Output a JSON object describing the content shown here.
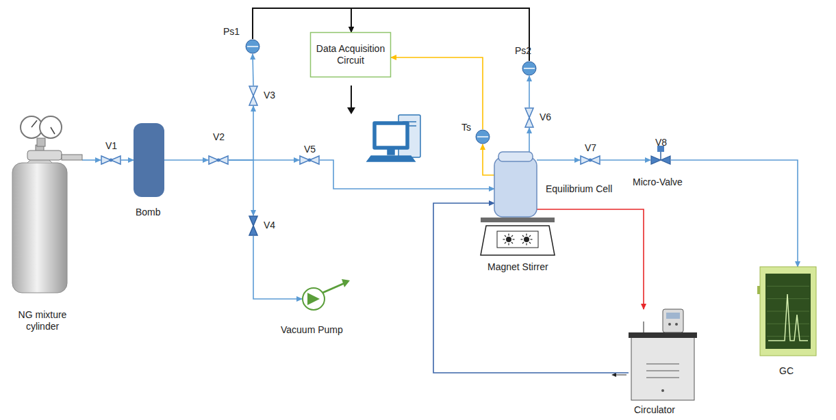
{
  "diagram": {
    "nodes": [
      {
        "text": [
          "NG mixture cylinder"
        ]
      },
      {
        "text": [
          "V1"
        ]
      },
      {
        "text": [
          "Bomb"
        ]
      },
      {
        "text": [
          "V2"
        ]
      },
      {
        "text": [
          "V3"
        ]
      },
      {
        "text": [
          "Ps1"
        ]
      },
      {
        "text": [
          "V4"
        ]
      },
      {
        "text": [
          "Vacuum Pump"
        ]
      },
      {
        "text": [
          "V5"
        ]
      },
      {
        "text": [
          "Data Acquisition Circuit"
        ]
      },
      {
        "text": [
          "Equilibrium Cell"
        ]
      },
      {
        "text": [
          "Ts"
        ]
      },
      {
        "text": [
          "V6"
        ]
      },
      {
        "text": [
          "Ps2"
        ]
      },
      {
        "text": [
          "Magnet Stirrer"
        ]
      },
      {
        "text": [
          "V7"
        ]
      },
      {
        "text": [
          "V8",
          "Micro-Valve"
        ]
      },
      {
        "text": [
          "GC"
        ]
      },
      {
        "text": [
          "Circulator"
        ]
      }
    ],
    "edges": [
      {
        "from": 0,
        "to": 1,
        "arrow": "to"
      },
      {
        "from": 1,
        "to": 2,
        "arrow": "to"
      },
      {
        "from": 2,
        "to": 3,
        "arrow": "to"
      },
      {
        "from": 3,
        "to": 4,
        "arrow": "to"
      },
      {
        "from": 3,
        "to": 6,
        "arrow": "to"
      },
      {
        "from": 3,
        "to": 8,
        "arrow": "to"
      },
      {
        "from": 4,
        "to": 5,
        "arrow": "to"
      },
      {
        "from": 6,
        "to": 7,
        "arrow": "to"
      },
      {
        "from": 8,
        "to": 10,
        "arrow": "to"
      },
      {
        "from": 5,
        "to": 9,
        "arrow": "to"
      },
      {
        "from": 13,
        "to": 9,
        "arrow": "to"
      },
      {
        "from": 10,
        "to": 11,
        "arrow": "to"
      },
      {
        "from": 11,
        "to": 9,
        "arrow": "to"
      },
      {
        "from": 10,
        "to": 12,
        "arrow": "to"
      },
      {
        "from": 12,
        "to": 13,
        "arrow": "to"
      },
      {
        "from": 10,
        "to": 15,
        "arrow": "to"
      },
      {
        "from": 15,
        "to": 16,
        "arrow": "to"
      },
      {
        "from": 16,
        "to": 17,
        "arrow": "to"
      },
      {
        "from": 10,
        "to": 18,
        "arrow": "to"
      },
      {
        "from": 18,
        "to": 10,
        "arrow": "to"
      }
    ]
  }
}
